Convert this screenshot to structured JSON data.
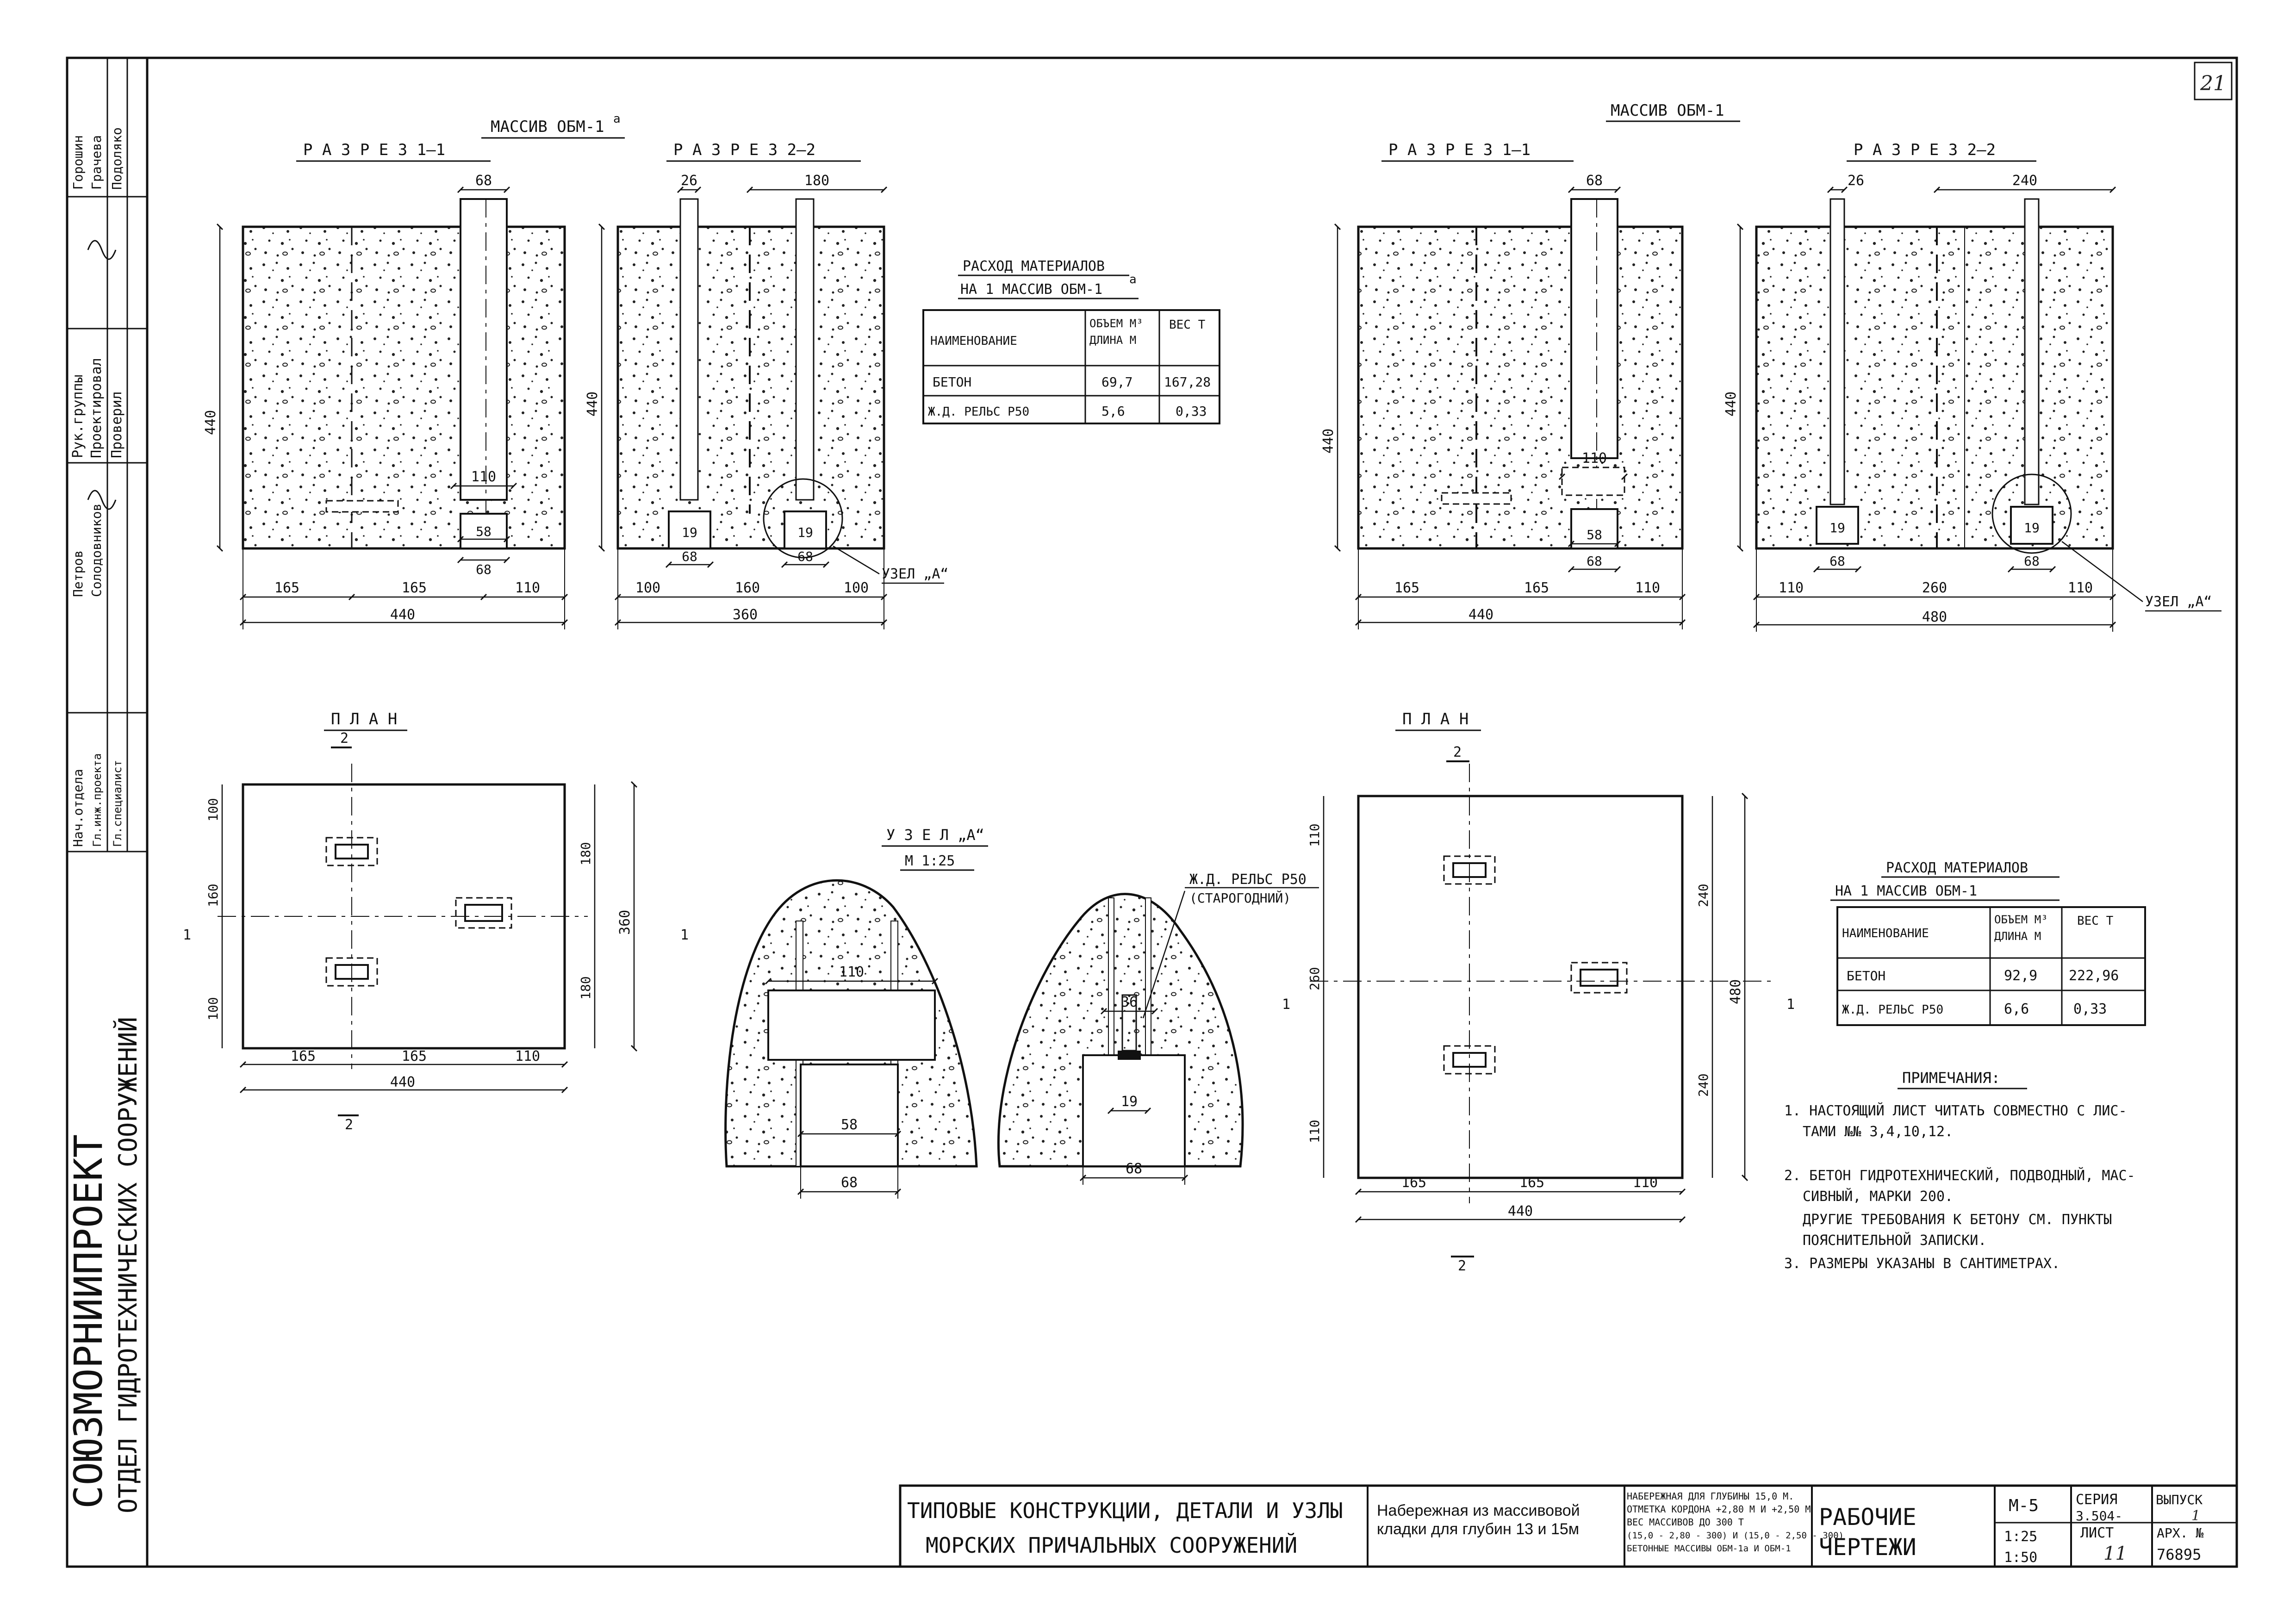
{
  "sheet_number": "21",
  "stamp": {
    "org": "СОЮЗМОРНИИПРОЕКТ",
    "dept": "ОТДЕЛ ГИДРОТЕХНИЧЕСКИХ СООРУЖЕНИЙ",
    "roles": [
      "Рук.группы",
      "Проектировал",
      "Проверил",
      "Нач.отдела",
      "Гл.инж.проекта",
      "Гл.специалист"
    ],
    "names": [
      "Горошин",
      "Грачева",
      "Подоляко",
      "Петров",
      "Солодовников"
    ]
  },
  "left": {
    "massiv_title": "МАССИВ ОБМ-1",
    "massiv_sup": "а",
    "section1": {
      "title": "Р А З Р Е З   1–1",
      "dim_top": "68",
      "dim_h": "440",
      "dim_b1": "165",
      "dim_b2": "165",
      "dim_b3": "110",
      "dim_total": "440",
      "dim_110": "110",
      "dim_58": "58",
      "dim_68": "68"
    },
    "section2": {
      "title": "Р А З Р Е З   2–2",
      "dim_top1": "26",
      "dim_top2": "180",
      "dim_h": "440",
      "dim_b1": "100",
      "dim_b2": "160",
      "dim_b3": "100",
      "dim_total": "360",
      "dim_19a": "19",
      "dim_19b": "19",
      "dim_68a": "68",
      "dim_68b": "68",
      "node_ref": "УЗЕЛ „А“"
    },
    "plan": {
      "title": "П Л А Н",
      "sec_mark": "2",
      "axis_mark": "1",
      "dim_l1": "100",
      "dim_l2": "160",
      "dim_l3": "100",
      "dim_r1": "180",
      "dim_r2": "180",
      "dim_rt": "360",
      "dim_b1": "165",
      "dim_b2": "165",
      "dim_b3": "110",
      "dim_total": "440"
    }
  },
  "node": {
    "title": "У З Е Л  „А“",
    "scale": "М 1:25",
    "rail_label1": "Ж.Д. РЕЛЬС Р50",
    "rail_label2": "(СТАРОГОДНИЙ)",
    "d110": "110",
    "d58": "58",
    "d68a": "68",
    "d36": "36",
    "d19": "19",
    "d68b": "68"
  },
  "table1": {
    "title1": "РАСХОД МАТЕРИАЛОВ",
    "title2": "НА 1 МАССИВ ОБМ-1",
    "title_sup": "а",
    "headers": [
      "НАИМЕНОВАНИЕ",
      "ОБЪЕМ М³ ДЛИНА М",
      "ВЕС Т"
    ],
    "rows": [
      [
        "БЕТОН",
        "69,7",
        "167,28"
      ],
      [
        "Ж.Д. РЕЛЬС Р50",
        "5,6",
        "0,33"
      ]
    ]
  },
  "right": {
    "massiv_title": "МАССИВ ОБМ-1",
    "section1": {
      "title": "Р А З Р Е З   1–1",
      "dim_top": "68",
      "dim_h": "440",
      "dim_b1": "165",
      "dim_b2": "165",
      "dim_b3": "110",
      "dim_total": "440",
      "dim_110": "110",
      "dim_58": "58",
      "dim_68": "68"
    },
    "section2": {
      "title": "Р А З Р Е З   2–2",
      "dim_top1": "26",
      "dim_top2": "240",
      "dim_h": "440",
      "dim_b1": "110",
      "dim_b2": "260",
      "dim_b3": "110",
      "dim_total": "480",
      "dim_19a": "19",
      "dim_19b": "19",
      "dim_68a": "68",
      "dim_68b": "68",
      "node_ref": "УЗЕЛ „А“"
    },
    "plan": {
      "title": "П Л А Н",
      "sec_mark": "2",
      "axis_mark": "1",
      "dim_l1": "110",
      "dim_l2": "260",
      "dim_l3": "110",
      "dim_r1": "240",
      "dim_r2": "240",
      "dim_rt": "480",
      "dim_b1": "165",
      "dim_b2": "165",
      "dim_b3": "110",
      "dim_total": "440"
    }
  },
  "table2": {
    "title1": "РАСХОД МАТЕРИАЛОВ",
    "title2": "НА 1 МАССИВ ОБМ-1",
    "headers": [
      "НАИМЕНОВАНИЕ",
      "ОБЪЕМ М³ ДЛИНА М",
      "ВЕС Т"
    ],
    "rows": [
      [
        "БЕТОН",
        "92,9",
        "222,96"
      ],
      [
        "Ж.Д. РЕЛЬС Р50",
        "6,6",
        "0,33"
      ]
    ]
  },
  "notes": {
    "title": "ПРИМЕЧАНИЯ:",
    "n1a": "1. НАСТОЯЩИЙ ЛИСТ ЧИТАТЬ СОВМЕСТНО С ЛИС-",
    "n1b": "ТАМИ №№ 3,4,10,12.",
    "n2a": "2. БЕТОН ГИДРОТЕХНИЧЕСКИЙ, ПОДВОДНЫЙ, МАС-",
    "n2b": "СИВНЫЙ, МАРКИ 200.",
    "n2c": "ДРУГИЕ ТРЕБОВАНИЯ К БЕТОНУ СМ. ПУНКТЫ",
    "n2d": "ПОЯСНИТЕЛЬНОЙ ЗАПИСКИ.",
    "n3": "3. РАЗМЕРЫ УКАЗАНЫ В САНТИМЕТРАХ."
  },
  "title_block": {
    "series_title1": "ТИПОВЫЕ КОНСТРУКЦИИ, ДЕТАЛИ И УЗЛЫ",
    "series_title2": "МОРСКИХ  ПРИЧАЛЬНЫХ  СООРУЖЕНИЙ",
    "object1": "Набережная из массивовой",
    "object2": "кладки для глубин 13 и 15м",
    "desc1": "НАБЕРЕЖНАЯ ДЛЯ ГЛУБИНЫ 15,0 М.",
    "desc2": "ОТМЕТКА КОРДОНА +2,80 М И +2,50 М",
    "desc3": "ВЕС МАССИВОВ ДО 300 Т",
    "desc4": "(15,0 - 2,80 - 300) И (15,0 - 2,50 - 300)",
    "desc5": "БЕТОННЫЕ МАССИВЫ ОБМ-1а И ОБМ-1",
    "stage1": "РАБОЧИЕ",
    "stage2": "ЧЕРТЕЖИ",
    "code": "М-5",
    "scale1": "1:25",
    "scale2": "1:50",
    "series_label": "СЕРИЯ",
    "series_num": "3.504-",
    "sheet_label": "ЛИСТ",
    "sheet_num": "11",
    "issue_label": "ВЫПУСК",
    "issue_num": "1",
    "arch_label": "АРХ. №",
    "arch_num": "76895"
  }
}
